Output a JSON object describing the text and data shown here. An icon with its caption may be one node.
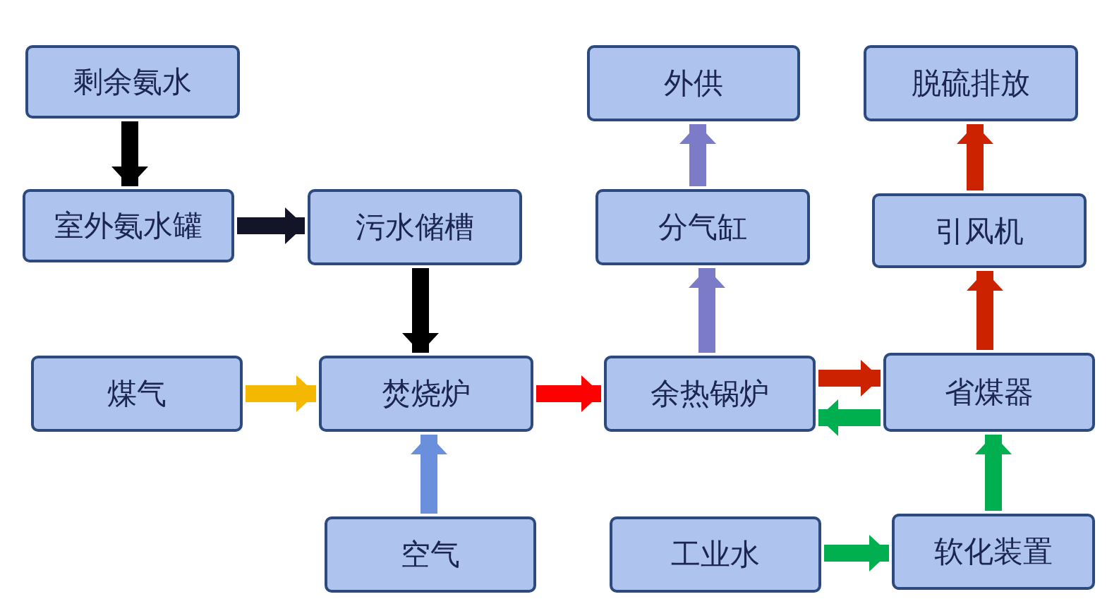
{
  "diagram": {
    "nodes": [
      {
        "text": [
          "剩余氨水"
        ]
      },
      {
        "text": [
          "室外氨水罐"
        ]
      },
      {
        "text": [
          "污水储槽"
        ]
      },
      {
        "text": [
          "外供"
        ]
      },
      {
        "text": [
          "脱硫排放"
        ]
      },
      {
        "text": [
          "分气缸"
        ]
      },
      {
        "text": [
          "引风机"
        ]
      },
      {
        "text": [
          "煤气"
        ]
      },
      {
        "text": [
          "焚烧炉"
        ]
      },
      {
        "text": [
          "余热锅炉"
        ]
      },
      {
        "text": [
          "省煤器"
        ]
      },
      {
        "text": [
          "空气"
        ]
      },
      {
        "text": [
          "工业水"
        ]
      },
      {
        "text": [
          "软化装置"
        ]
      }
    ],
    "edges": [
      {
        "from": 0,
        "to": 1,
        "arrow": "to",
        "color": "#000000"
      },
      {
        "from": 1,
        "to": 2,
        "arrow": "to",
        "color": "#141428"
      },
      {
        "from": 2,
        "to": 8,
        "arrow": "to",
        "color": "#000000"
      },
      {
        "from": 7,
        "to": 8,
        "arrow": "to",
        "color": "#f5b800"
      },
      {
        "from": 11,
        "to": 8,
        "arrow": "to",
        "color": "#6a8fdc"
      },
      {
        "from": 8,
        "to": 9,
        "arrow": "to",
        "color": "#ff0000"
      },
      {
        "from": 9,
        "to": 10,
        "arrow": "to",
        "color": "#cc2200"
      },
      {
        "from": 10,
        "to": 9,
        "arrow": "to",
        "color": "#00b050"
      },
      {
        "from": 9,
        "to": 5,
        "arrow": "to",
        "color": "#7b7bc8"
      },
      {
        "from": 5,
        "to": 3,
        "arrow": "to",
        "color": "#7b7bc8"
      },
      {
        "from": 10,
        "to": 6,
        "arrow": "to",
        "color": "#cc2200"
      },
      {
        "from": 6,
        "to": 4,
        "arrow": "to",
        "color": "#cc2200"
      },
      {
        "from": 12,
        "to": 13,
        "arrow": "to",
        "color": "#00b050"
      },
      {
        "from": 13,
        "to": 10,
        "arrow": "to",
        "color": "#00b050"
      }
    ]
  }
}
